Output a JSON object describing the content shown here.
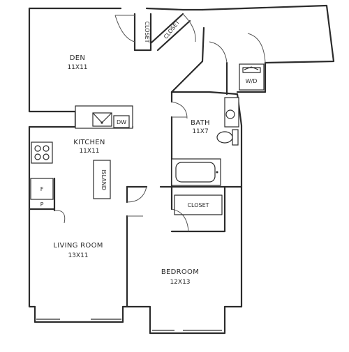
{
  "rooms": {
    "den": {
      "name": "DEN",
      "size": "11X11"
    },
    "kitchen": {
      "name": "KITCHEN",
      "size": "11X11"
    },
    "bath": {
      "name": "BATH",
      "size": "11X7"
    },
    "living_room": {
      "name": "LIVING ROOM",
      "size": "13X11"
    },
    "bedroom": {
      "name": "BEDROOM",
      "size": "12X13"
    }
  },
  "fixtures": {
    "closet_left": "CLOSET",
    "closet_right": "CLOSET",
    "closet_bedroom": "CLOSET",
    "washer_dryer": "W/D",
    "dishwasher": "DW",
    "island": "ISLAND",
    "fridge": "F",
    "pantry": "P"
  }
}
